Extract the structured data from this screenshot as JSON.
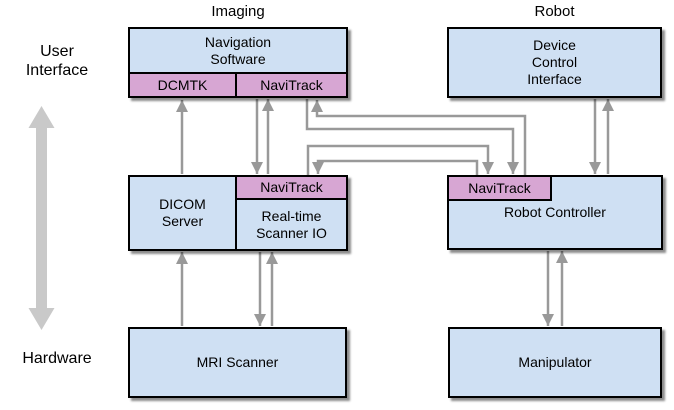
{
  "column_headers": {
    "imaging": "Imaging",
    "robot": "Robot"
  },
  "side_labels": {
    "user_interface": "User Interface",
    "hardware": "Hardware"
  },
  "boxes": {
    "navigation_software": {
      "label": "Navigation Software"
    },
    "dcmtk": {
      "label": "DCMTK"
    },
    "navitrack_top": {
      "label": "NaviTrack"
    },
    "device_control_interface": {
      "label": "Device Control Interface"
    },
    "dicom_server": {
      "label": "DICOM Server"
    },
    "navitrack_scanner": {
      "label": "NaviTrack"
    },
    "realtime_scanner_io": {
      "label": "Real-time Scanner IO"
    },
    "robot_controller": {
      "label": "Robot Controller"
    },
    "navitrack_robot": {
      "label": "NaviTrack"
    },
    "mri_scanner": {
      "label": "MRI Scanner"
    },
    "manipulator": {
      "label": "Manipulator"
    }
  },
  "colors": {
    "box_blue": "#cfe0f3",
    "box_pink": "#d7a6d3",
    "border": "#000000",
    "connector_gray": "#999999",
    "level_arrow_gray": "#c9c9c9"
  },
  "connections": [
    {
      "from": "DICOM Server",
      "to": "DCMTK",
      "direction": "up"
    },
    {
      "from": "MRI Scanner",
      "to": "DICOM Server",
      "direction": "up"
    },
    {
      "from": "Navigation Software NaviTrack",
      "to": "Scanner NaviTrack",
      "direction": "bidirectional"
    },
    {
      "from": "Real-time Scanner IO",
      "to": "MRI Scanner",
      "direction": "bidirectional"
    },
    {
      "from": "Navigation Software NaviTrack",
      "to": "Robot Controller NaviTrack",
      "direction": "bidirectional"
    },
    {
      "from": "Scanner NaviTrack",
      "to": "Robot Controller NaviTrack",
      "direction": "bidirectional"
    },
    {
      "from": "Device Control Interface",
      "to": "Robot Controller",
      "direction": "bidirectional"
    },
    {
      "from": "Robot Controller",
      "to": "Manipulator",
      "direction": "bidirectional"
    }
  ]
}
